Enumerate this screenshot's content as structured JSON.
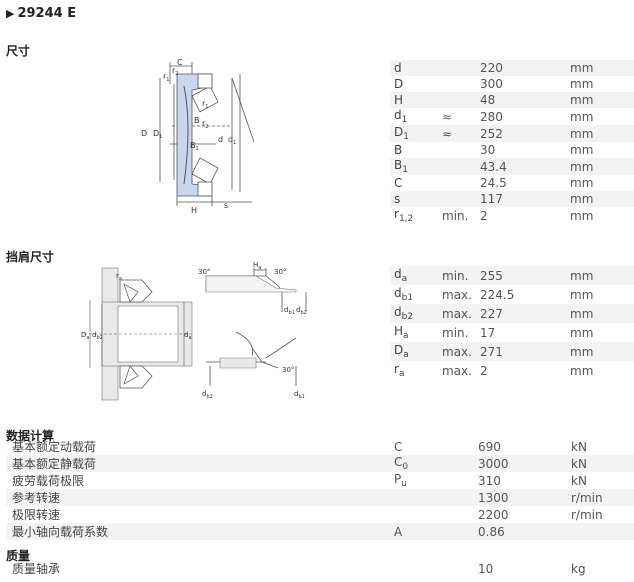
{
  "title": "29244 E",
  "sections": {
    "dimensions": "尺寸",
    "abutment": "挡肩尺寸",
    "calc": "数据计算",
    "mass": "质量"
  },
  "dimensions": [
    {
      "sym": "d",
      "sub": "",
      "q": "",
      "val": "220",
      "unit": "mm"
    },
    {
      "sym": "D",
      "sub": "",
      "q": "",
      "val": "300",
      "unit": "mm"
    },
    {
      "sym": "H",
      "sub": "",
      "q": "",
      "val": "48",
      "unit": "mm"
    },
    {
      "sym": "d",
      "sub": "1",
      "q": "≈",
      "val": "280",
      "unit": "mm"
    },
    {
      "sym": "D",
      "sub": "1",
      "q": "≈",
      "val": "252",
      "unit": "mm"
    },
    {
      "sym": "B",
      "sub": "",
      "q": "",
      "val": "30",
      "unit": "mm"
    },
    {
      "sym": "B",
      "sub": "1",
      "q": "",
      "val": "43.4",
      "unit": "mm"
    },
    {
      "sym": "C",
      "sub": "",
      "q": "",
      "val": "24.5",
      "unit": "mm"
    },
    {
      "sym": "s",
      "sub": "",
      "q": "",
      "val": "117",
      "unit": "mm"
    },
    {
      "sym": "r",
      "sub": "1,2",
      "q": "min.",
      "val": "2",
      "unit": "mm"
    }
  ],
  "abutment": [
    {
      "sym": "d",
      "sub": "a",
      "q": "min.",
      "val": "255",
      "unit": "mm"
    },
    {
      "sym": "d",
      "sub": "b1",
      "q": "max.",
      "val": "224.5",
      "unit": "mm"
    },
    {
      "sym": "d",
      "sub": "b2",
      "q": "max.",
      "val": "227",
      "unit": "mm"
    },
    {
      "sym": "H",
      "sub": "a",
      "q": "min.",
      "val": "17",
      "unit": "mm"
    },
    {
      "sym": "D",
      "sub": "a",
      "q": "max.",
      "val": "271",
      "unit": "mm"
    },
    {
      "sym": "r",
      "sub": "a",
      "q": "max.",
      "val": "2",
      "unit": "mm"
    }
  ],
  "calc": [
    {
      "label": "基本额定动载荷",
      "sym": "C",
      "sub": "",
      "val": "690",
      "unit": "kN"
    },
    {
      "label": "基本额定静载荷",
      "sym": "C",
      "sub": "0",
      "val": "3000",
      "unit": "kN"
    },
    {
      "label": "疲劳载荷极限",
      "sym": "P",
      "sub": "u",
      "val": "310",
      "unit": "kN"
    },
    {
      "label": "参考转速",
      "sym": "",
      "sub": "",
      "val": "1300",
      "unit": "r/min"
    },
    {
      "label": "极限转速",
      "sym": "",
      "sub": "",
      "val": "2200",
      "unit": "r/min"
    },
    {
      "label": "最小轴向载荷系数",
      "sym": "A",
      "sub": "",
      "val": "0.86",
      "unit": ""
    }
  ],
  "mass": [
    {
      "label": "质量轴承",
      "sym": "",
      "sub": "",
      "val": "10",
      "unit": "kg"
    }
  ],
  "drawing1_labels": {
    "C": "C",
    "r1": "r",
    "r2": "r",
    "B": "B",
    "B1": "B",
    "D": "D",
    "D1": "D",
    "d": "d",
    "d1": "d",
    "H": "H",
    "s": "s"
  },
  "drawing2_labels": {
    "ra": "r",
    "Da": "D",
    "db2": "d",
    "da": "d"
  },
  "drawing3_labels": {
    "a1": "30°",
    "a2": "30°",
    "a3": "30°",
    "Ha": "H",
    "db1": "d",
    "db2": "d",
    "db2b": "d",
    "db1b": "d"
  }
}
